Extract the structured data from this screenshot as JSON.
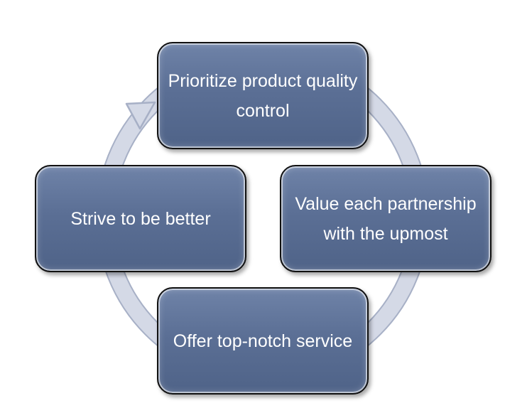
{
  "diagram": {
    "type": "cycle",
    "colors": {
      "node_fill": "#5b6f95",
      "node_border": "#111111",
      "node_text": "#ffffff",
      "ring_fill": "#d4d9e6",
      "ring_stroke": "#a7b0c6"
    },
    "nodes": [
      {
        "id": "top",
        "label": "Prioritize product quality control"
      },
      {
        "id": "right",
        "label": "Value each partnership with the upmost"
      },
      {
        "id": "bottom",
        "label": "Offer top-notch service"
      },
      {
        "id": "left",
        "label": "Strive to be better"
      }
    ],
    "arrow_icon": "curved-arrow-icon"
  }
}
